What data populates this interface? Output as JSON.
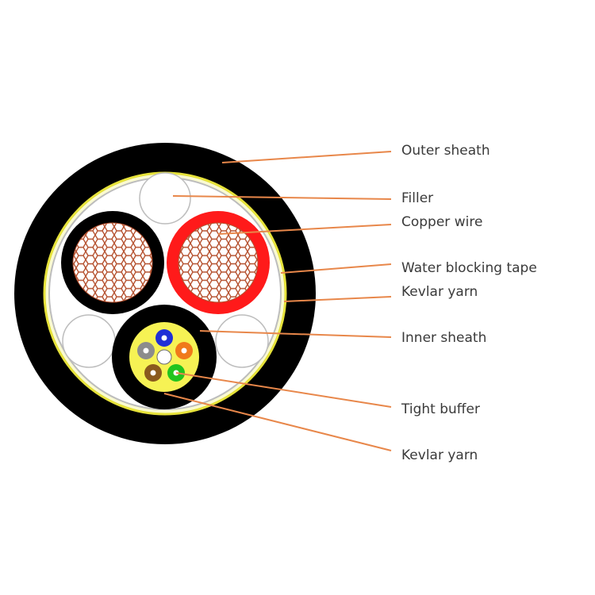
{
  "labels": {
    "outer_sheath": "Outer sheath",
    "filler": "Filler",
    "copper_wire": "Copper wire",
    "water_blocking_tape": "Water blocking tape",
    "kevlar_yarn_outer": "Kevlar yarn",
    "inner_sheath": "Inner sheath",
    "tight_buffer": "Tight buffer",
    "kevlar_yarn_inner": "Kevlar yarn"
  },
  "colors": {
    "outer_sheath": "#000000",
    "kevlar_yarn": "#f2f25a",
    "water_blocking_tape": "#c9c9c9",
    "filler": "#ffffff",
    "copper_mesh": "#b5512f",
    "red_insulation": "#ff1a1a",
    "black_insulation": "#000000",
    "leader_line": "#e8874a",
    "fiber_blue": "#1f2fd6",
    "fiber_orange": "#f07a1a",
    "fiber_green": "#22c41e",
    "fiber_brown": "#8a5a1e",
    "fiber_gray": "#8c8c8c",
    "fiber_white": "#ffffff"
  }
}
